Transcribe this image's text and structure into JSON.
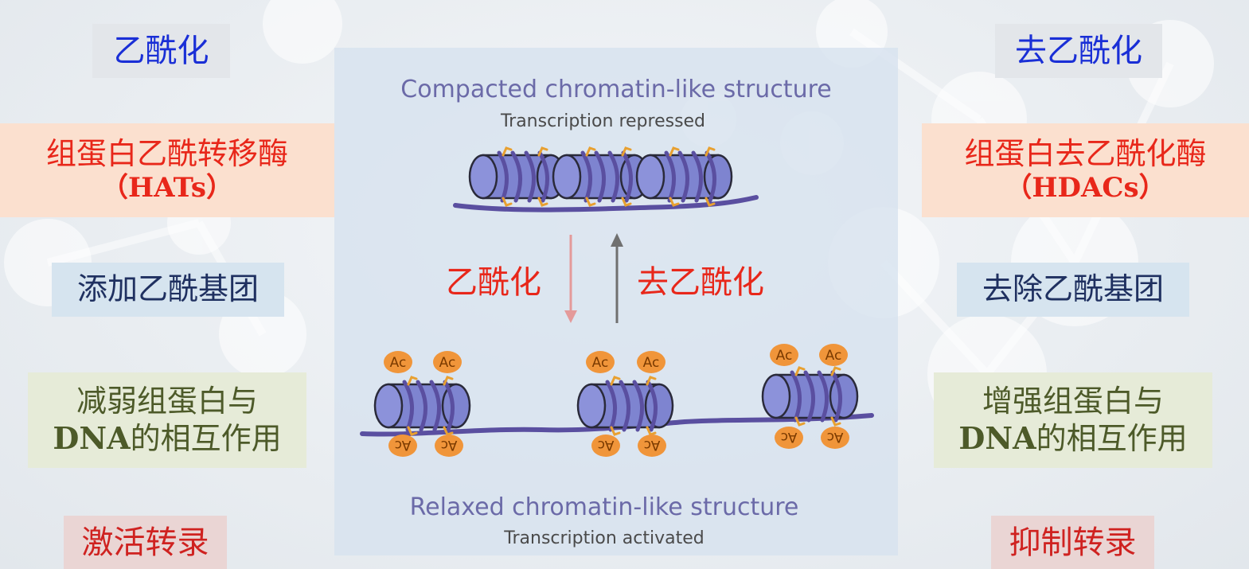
{
  "left": {
    "heading": "乙酰化",
    "enzyme_line1": "组蛋白乙酰转移酶",
    "enzyme_line2": "（HATs）",
    "action": "添加乙酰基团",
    "effect_line1": "减弱组蛋白与",
    "effect_line2_dna": "DNA",
    "effect_line2_rest": "的相互作用",
    "result": "激活转录"
  },
  "right": {
    "heading": "去乙酰化",
    "enzyme_line1": "组蛋白去乙酰化酶",
    "enzyme_line2": "（HDACs）",
    "action": "去除乙酰基团",
    "effect_line1": "增强组蛋白与",
    "effect_line2_dna": "DNA",
    "effect_line2_rest": "的相互作用",
    "result": "抑制转录"
  },
  "diagram": {
    "top_title": "Compacted chromatin-like structure",
    "top_subtitle": "Transcription repressed",
    "bottom_title": "Relaxed chromatin-like structure",
    "bottom_subtitle": "Transcription activated",
    "arrow_down_label": "乙酰化",
    "arrow_up_label": "去乙酰化",
    "acetyl_tag": "Ac"
  },
  "colors": {
    "nucleosome_fill": "#7e84d0",
    "dna_strand": "#5a4fa0",
    "acetyl_fill": "#f0953a",
    "arrow_down": "#e49a9a",
    "arrow_up": "#707070",
    "tick_orange": "#e8a030"
  }
}
